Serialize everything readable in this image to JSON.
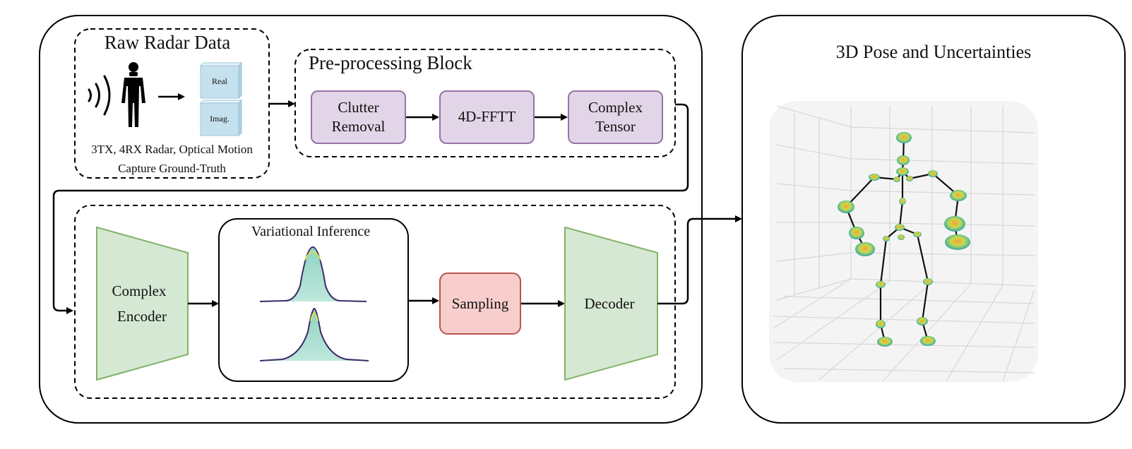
{
  "raw_radar": {
    "title": "Raw Radar Data",
    "cube_real": "Real",
    "cube_imag": "Imag.",
    "caption_line1": "3TX, 4RX Radar,  Optical Motion",
    "caption_line2": "Capture Ground-Truth"
  },
  "preprocessing": {
    "title": "Pre-processing Block",
    "clutter_line1": "Clutter",
    "clutter_line2": "Removal",
    "fft": "4D-FFTT",
    "complex_line1": "Complex",
    "complex_line2": "Tensor"
  },
  "model": {
    "encoder_line1": "Complex",
    "encoder_line2": "Encoder",
    "variational_title": "Variational Inference",
    "sampling": "Sampling",
    "decoder": "Decoder"
  },
  "output": {
    "title": "3D Pose and Uncertainties"
  },
  "colors": {
    "purple_fill": "#e1d5e7",
    "purple_border": "#9673a6",
    "green_fill": "#d5e8d4",
    "green_border": "#82b366",
    "red_fill": "#f8cecc",
    "red_border": "#b85450"
  }
}
